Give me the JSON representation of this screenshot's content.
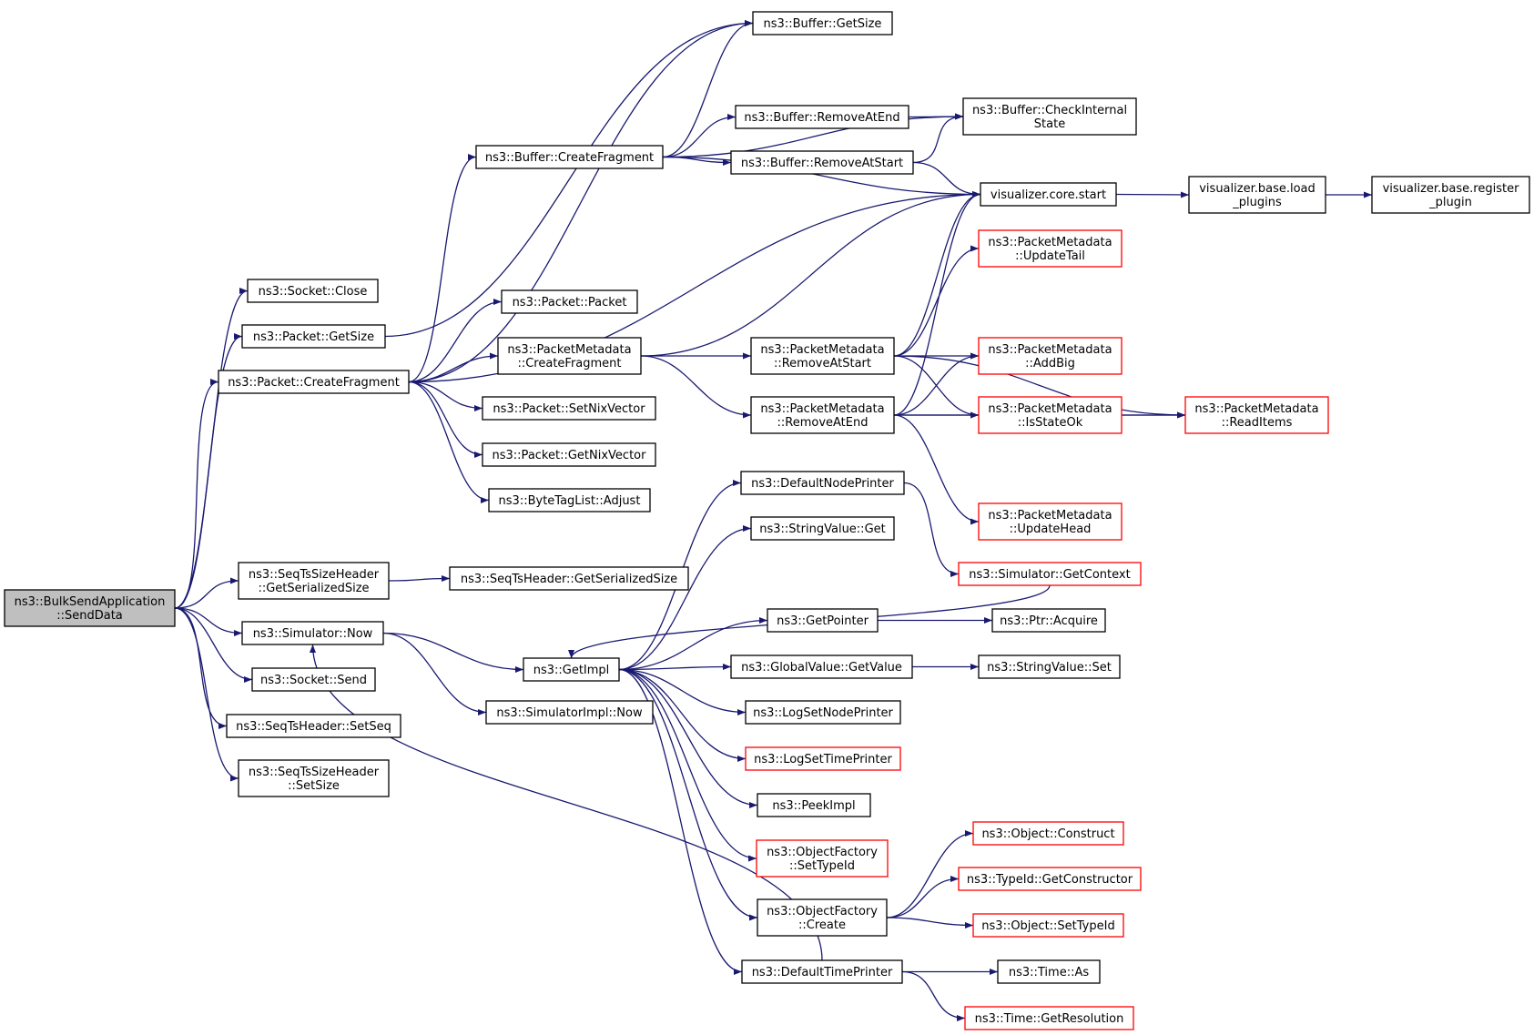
{
  "graph": {
    "title": "",
    "edge_color": "#191970",
    "root_fill": "#bfbfbf",
    "external_border": "#ff0000",
    "nodes": [
      {
        "id": "root",
        "lines": [
          "ns3::BulkSendApplication",
          "::SendData"
        ],
        "kind": "root"
      },
      {
        "id": "socket-close",
        "lines": [
          "ns3::Socket::Close"
        ]
      },
      {
        "id": "packet-getsize",
        "lines": [
          "ns3::Packet::GetSize"
        ]
      },
      {
        "id": "packet-createfragment",
        "lines": [
          "ns3::Packet::CreateFragment"
        ]
      },
      {
        "id": "seqtssizeheader-getserializedsize",
        "lines": [
          "ns3::SeqTsSizeHeader",
          "::GetSerializedSize"
        ]
      },
      {
        "id": "simulator-now",
        "lines": [
          "ns3::Simulator::Now"
        ]
      },
      {
        "id": "socket-send",
        "lines": [
          "ns3::Socket::Send"
        ]
      },
      {
        "id": "seqtsheader-setseq",
        "lines": [
          "ns3::SeqTsHeader::SetSeq"
        ]
      },
      {
        "id": "seqtssizeheader-setsize",
        "lines": [
          "ns3::SeqTsSizeHeader",
          "::SetSize"
        ]
      },
      {
        "id": "buffer-getsize",
        "lines": [
          "ns3::Buffer::GetSize"
        ]
      },
      {
        "id": "buffer-createfragment",
        "lines": [
          "ns3::Buffer::CreateFragment"
        ]
      },
      {
        "id": "packet-packet",
        "lines": [
          "ns3::Packet::Packet"
        ]
      },
      {
        "id": "packetmetadata-createfragment",
        "lines": [
          "ns3::PacketMetadata",
          "::CreateFragment"
        ]
      },
      {
        "id": "packet-setnixvector",
        "lines": [
          "ns3::Packet::SetNixVector"
        ]
      },
      {
        "id": "packet-getnixvector",
        "lines": [
          "ns3::Packet::GetNixVector"
        ]
      },
      {
        "id": "bytetaglist-adjust",
        "lines": [
          "ns3::ByteTagList::Adjust"
        ]
      },
      {
        "id": "seqtsheader-getserializedsize",
        "lines": [
          "ns3::SeqTsHeader::GetSerializedSize"
        ]
      },
      {
        "id": "getimpl",
        "lines": [
          "ns3::GetImpl"
        ]
      },
      {
        "id": "simulatorimpl-now",
        "lines": [
          "ns3::SimulatorImpl::Now"
        ]
      },
      {
        "id": "buffer-removeatend",
        "lines": [
          "ns3::Buffer::RemoveAtEnd"
        ]
      },
      {
        "id": "buffer-removeatstart",
        "lines": [
          "ns3::Buffer::RemoveAtStart"
        ]
      },
      {
        "id": "packetmetadata-removeatstart",
        "lines": [
          "ns3::PacketMetadata",
          "::RemoveAtStart"
        ]
      },
      {
        "id": "packetmetadata-removeatend",
        "lines": [
          "ns3::PacketMetadata",
          "::RemoveAtEnd"
        ]
      },
      {
        "id": "defaultnodeprinter",
        "lines": [
          "ns3::DefaultNodePrinter"
        ]
      },
      {
        "id": "stringvalue-get",
        "lines": [
          "ns3::StringValue::Get"
        ]
      },
      {
        "id": "getpointer",
        "lines": [
          "ns3::GetPointer"
        ]
      },
      {
        "id": "globalvalue-getvalue",
        "lines": [
          "ns3::GlobalValue::GetValue"
        ]
      },
      {
        "id": "logsetnodeprinter",
        "lines": [
          "ns3::LogSetNodePrinter"
        ]
      },
      {
        "id": "logsettimeprinter",
        "lines": [
          "ns3::LogSetTimePrinter"
        ],
        "kind": "red"
      },
      {
        "id": "peekimpl",
        "lines": [
          "ns3::PeekImpl"
        ]
      },
      {
        "id": "objectfactory-settypeid",
        "lines": [
          "ns3::ObjectFactory",
          "::SetTypeId"
        ],
        "kind": "red"
      },
      {
        "id": "objectfactory-create",
        "lines": [
          "ns3::ObjectFactory",
          "::Create"
        ]
      },
      {
        "id": "defaulttimeprinter",
        "lines": [
          "ns3::DefaultTimePrinter"
        ]
      },
      {
        "id": "buffer-checkinternalstate",
        "lines": [
          "ns3::Buffer::CheckInternal",
          "State"
        ]
      },
      {
        "id": "visualizer-core-start",
        "lines": [
          "visualizer.core.start"
        ]
      },
      {
        "id": "packetmetadata-updatetail",
        "lines": [
          "ns3::PacketMetadata",
          "::UpdateTail"
        ],
        "kind": "red"
      },
      {
        "id": "packetmetadata-addbig",
        "lines": [
          "ns3::PacketMetadata",
          "::AddBig"
        ],
        "kind": "red"
      },
      {
        "id": "packetmetadata-isstateok",
        "lines": [
          "ns3::PacketMetadata",
          "::IsStateOk"
        ],
        "kind": "red"
      },
      {
        "id": "packetmetadata-updatehead",
        "lines": [
          "ns3::PacketMetadata",
          "::UpdateHead"
        ],
        "kind": "red"
      },
      {
        "id": "simulator-getcontext",
        "lines": [
          "ns3::Simulator::GetContext"
        ],
        "kind": "red"
      },
      {
        "id": "ptr-acquire",
        "lines": [
          "ns3::Ptr::Acquire"
        ]
      },
      {
        "id": "stringvalue-set",
        "lines": [
          "ns3::StringValue::Set"
        ]
      },
      {
        "id": "object-construct",
        "lines": [
          "ns3::Object::Construct"
        ],
        "kind": "red"
      },
      {
        "id": "typeid-getconstructor",
        "lines": [
          "ns3::TypeId::GetConstructor"
        ],
        "kind": "red"
      },
      {
        "id": "object-settypeid",
        "lines": [
          "ns3::Object::SetTypeId"
        ],
        "kind": "red"
      },
      {
        "id": "time-as",
        "lines": [
          "ns3::Time::As"
        ]
      },
      {
        "id": "time-getresolution",
        "lines": [
          "ns3::Time::GetResolution"
        ],
        "kind": "red"
      },
      {
        "id": "visualizer-base-load-plugins",
        "lines": [
          "visualizer.base.load",
          "_plugins"
        ]
      },
      {
        "id": "visualizer-base-register-plugin",
        "lines": [
          "visualizer.base.register",
          "_plugin"
        ]
      },
      {
        "id": "packetmetadata-readitems",
        "lines": [
          "ns3::PacketMetadata",
          "::ReadItems"
        ],
        "kind": "red"
      }
    ],
    "edges": [
      [
        "root",
        "socket-close"
      ],
      [
        "root",
        "packet-getsize"
      ],
      [
        "root",
        "packet-createfragment"
      ],
      [
        "root",
        "seqtssizeheader-getserializedsize"
      ],
      [
        "root",
        "simulator-now"
      ],
      [
        "root",
        "socket-send"
      ],
      [
        "root",
        "seqtsheader-setseq"
      ],
      [
        "root",
        "seqtssizeheader-setsize"
      ],
      [
        "packet-getsize",
        "buffer-getsize"
      ],
      [
        "packet-createfragment",
        "buffer-getsize"
      ],
      [
        "packet-createfragment",
        "buffer-createfragment"
      ],
      [
        "packet-createfragment",
        "visualizer-core-start"
      ],
      [
        "packet-createfragment",
        "packet-packet"
      ],
      [
        "packet-createfragment",
        "packetmetadata-createfragment"
      ],
      [
        "packet-createfragment",
        "packet-setnixvector"
      ],
      [
        "packet-createfragment",
        "packet-getnixvector"
      ],
      [
        "packet-createfragment",
        "bytetaglist-adjust"
      ],
      [
        "buffer-createfragment",
        "buffer-getsize"
      ],
      [
        "buffer-createfragment",
        "buffer-checkinternalstate"
      ],
      [
        "buffer-createfragment",
        "buffer-removeatend"
      ],
      [
        "buffer-createfragment",
        "buffer-removeatstart"
      ],
      [
        "buffer-createfragment",
        "visualizer-core-start"
      ],
      [
        "buffer-removeatend",
        "buffer-checkinternalstate"
      ],
      [
        "buffer-removeatstart",
        "buffer-checkinternalstate"
      ],
      [
        "buffer-removeatstart",
        "visualizer-core-start"
      ],
      [
        "visualizer-core-start",
        "visualizer-base-load-plugins"
      ],
      [
        "visualizer-base-load-plugins",
        "visualizer-base-register-plugin"
      ],
      [
        "packetmetadata-createfragment",
        "visualizer-core-start"
      ],
      [
        "packetmetadata-createfragment",
        "packetmetadata-removeatstart"
      ],
      [
        "packetmetadata-createfragment",
        "packetmetadata-removeatend"
      ],
      [
        "packetmetadata-removeatstart",
        "visualizer-core-start"
      ],
      [
        "packetmetadata-removeatstart",
        "packetmetadata-updatetail"
      ],
      [
        "packetmetadata-removeatstart",
        "packetmetadata-addbig"
      ],
      [
        "packetmetadata-removeatstart",
        "packetmetadata-isstateok"
      ],
      [
        "packetmetadata-removeatstart",
        "packetmetadata-readitems"
      ],
      [
        "packetmetadata-removeatend",
        "visualizer-core-start"
      ],
      [
        "packetmetadata-removeatend",
        "packetmetadata-addbig"
      ],
      [
        "packetmetadata-removeatend",
        "packetmetadata-isstateok"
      ],
      [
        "packetmetadata-removeatend",
        "packetmetadata-readitems"
      ],
      [
        "packetmetadata-removeatend",
        "packetmetadata-updatehead"
      ],
      [
        "packetmetadata-isstateok",
        "packetmetadata-readitems"
      ],
      [
        "seqtssizeheader-getserializedsize",
        "seqtsheader-getserializedsize"
      ],
      [
        "simulator-now",
        "getimpl"
      ],
      [
        "simulator-now",
        "simulatorimpl-now"
      ],
      [
        "getimpl",
        "defaultnodeprinter"
      ],
      [
        "getimpl",
        "stringvalue-get"
      ],
      [
        "getimpl",
        "getpointer"
      ],
      [
        "getimpl",
        "globalvalue-getvalue"
      ],
      [
        "getimpl",
        "logsetnodeprinter"
      ],
      [
        "getimpl",
        "logsettimeprinter"
      ],
      [
        "getimpl",
        "peekimpl"
      ],
      [
        "getimpl",
        "objectfactory-settypeid"
      ],
      [
        "getimpl",
        "objectfactory-create"
      ],
      [
        "getimpl",
        "defaulttimeprinter"
      ],
      [
        "defaultnodeprinter",
        "simulator-getcontext"
      ],
      [
        "simulator-getcontext",
        "getimpl"
      ],
      [
        "getpointer",
        "ptr-acquire"
      ],
      [
        "globalvalue-getvalue",
        "stringvalue-set"
      ],
      [
        "objectfactory-create",
        "object-construct"
      ],
      [
        "objectfactory-create",
        "typeid-getconstructor"
      ],
      [
        "objectfactory-create",
        "object-settypeid"
      ],
      [
        "defaulttimeprinter",
        "simulator-now"
      ],
      [
        "defaulttimeprinter",
        "time-as"
      ],
      [
        "defaulttimeprinter",
        "time-getresolution"
      ]
    ]
  }
}
